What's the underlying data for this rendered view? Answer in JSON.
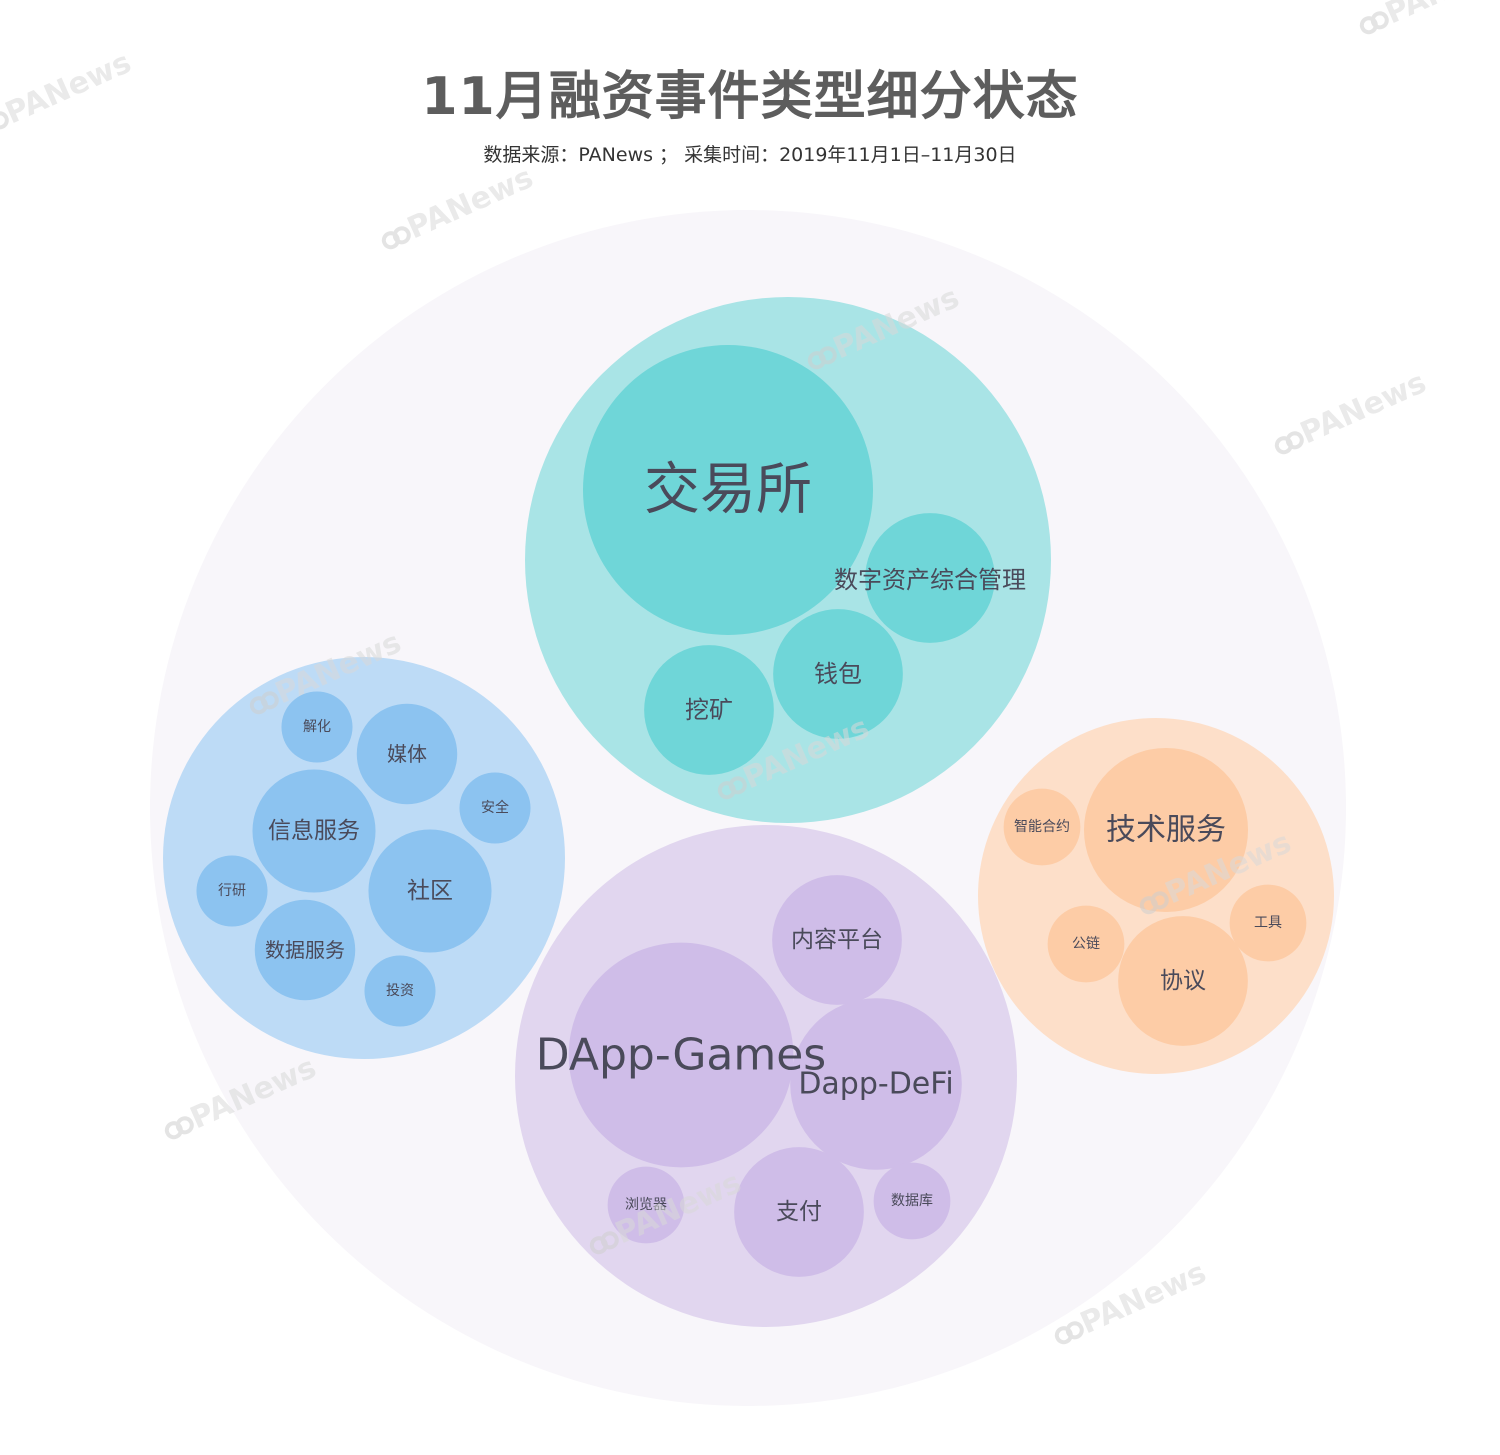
{
  "title": "11月融资事件类型细分状态",
  "subtitle": "数据来源：PANews ； 采集时间：2019年11月1日–11月30日",
  "watermark_text": "PANews",
  "colors": {
    "outer": "#f8f6fa",
    "exchange_group": "#a9e4e6",
    "exchange_child": "#6fd6d8",
    "info_group": "#bddbf6",
    "info_child": "#8cc3f0",
    "dapp_group": "#e1d6ef",
    "dapp_child": "#cfbde8",
    "tech_group": "#fddfc9",
    "tech_child": "#fdcca6",
    "label": "#4a4a5a"
  },
  "chart_data": {
    "type": "bubble",
    "groups": [
      {
        "key": "exchange",
        "children": [
          {
            "label": "交易所",
            "value": 100
          },
          {
            "label": "数字资产综合管理",
            "value": 20
          },
          {
            "label": "钱包",
            "value": 20
          },
          {
            "label": "挖矿",
            "value": 20
          }
        ]
      },
      {
        "key": "info",
        "children": [
          {
            "label": "信息服务",
            "value": 18
          },
          {
            "label": "社区",
            "value": 18
          },
          {
            "label": "媒体",
            "value": 12
          },
          {
            "label": "数据服务",
            "value": 12
          },
          {
            "label": "解化",
            "value": 6
          },
          {
            "label": "安全",
            "value": 6
          },
          {
            "label": "行研",
            "value": 6
          },
          {
            "label": "投资",
            "value": 6
          }
        ]
      },
      {
        "key": "dapp",
        "children": [
          {
            "label": "DApp-Games",
            "value": 60
          },
          {
            "label": "Dapp-DeFi",
            "value": 35
          },
          {
            "label": "内容平台",
            "value": 20
          },
          {
            "label": "支付",
            "value": 20
          },
          {
            "label": "浏览器",
            "value": 7
          },
          {
            "label": "数据库",
            "value": 7
          }
        ]
      },
      {
        "key": "tech",
        "children": [
          {
            "label": "技术服务",
            "value": 32
          },
          {
            "label": "协议",
            "value": 20
          },
          {
            "label": "智能合约",
            "value": 7
          },
          {
            "label": "公链",
            "value": 7
          },
          {
            "label": "工具",
            "value": 7
          }
        ]
      }
    ]
  }
}
